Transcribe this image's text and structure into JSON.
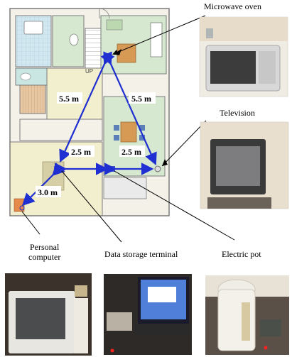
{
  "labels": {
    "microwave_oven": "Microwave oven",
    "television": "Television",
    "personal_computer_line1": "Personal",
    "personal_computer_line2": "computer",
    "data_storage_terminal": "Data storage terminal",
    "electric_pot": "Electric pot"
  },
  "distances": {
    "d_left_diag": "5.5 m",
    "d_right_diag": "5.5 m",
    "d_left_h": "2.5 m",
    "d_right_h": "2.5 m",
    "d_pc": "3.0 m"
  },
  "floor_marks": {
    "up": "UP"
  },
  "colors": {
    "arrow": "#1f2fd1",
    "wall": "#7b7b7b",
    "room_green": "#d7e8d0",
    "room_yellow": "#f2efcf",
    "room_teal": "#c9e6e3",
    "photo_bg": "#ece8e0"
  },
  "icons": {
    "microwave_photo": "microwave-photo",
    "television_photo": "television-photo",
    "computer_photo": "computer-photo",
    "terminal_photo": "terminal-laptop-photo",
    "pot_photo": "electric-pot-photo"
  }
}
